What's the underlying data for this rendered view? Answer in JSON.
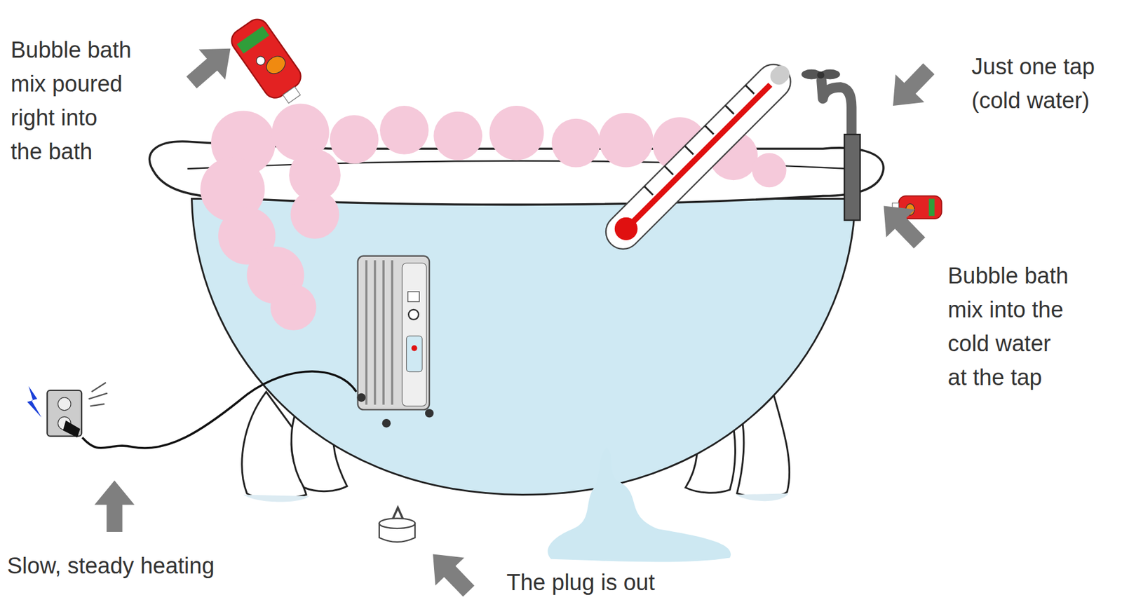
{
  "diagram": {
    "labels": [
      "Bubble bath mix poured right into the bath",
      "Just one tap (cold water)",
      "Bubble bath mix into the cold water at the tap",
      "Slow, steady heating",
      "The plug is out"
    ]
  }
}
